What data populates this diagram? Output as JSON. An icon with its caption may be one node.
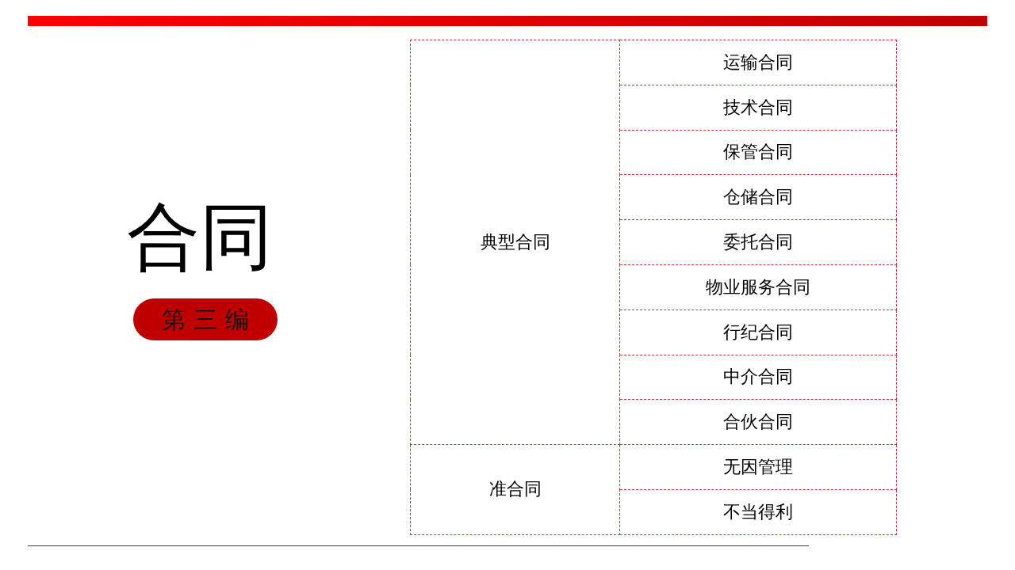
{
  "diagram": {
    "title": "合同",
    "nodes": [
      {
        "text": [
          "第 三 编"
        ]
      }
    ],
    "labels": [
      "典型合同",
      "运输合同",
      "技术合同",
      "保管合同",
      "仓储合同",
      "委托合同",
      "物业服务合同",
      "行纪合同",
      "中介合同",
      "合伙合同",
      "准合同",
      "无因管理",
      "不当得利"
    ]
  }
}
